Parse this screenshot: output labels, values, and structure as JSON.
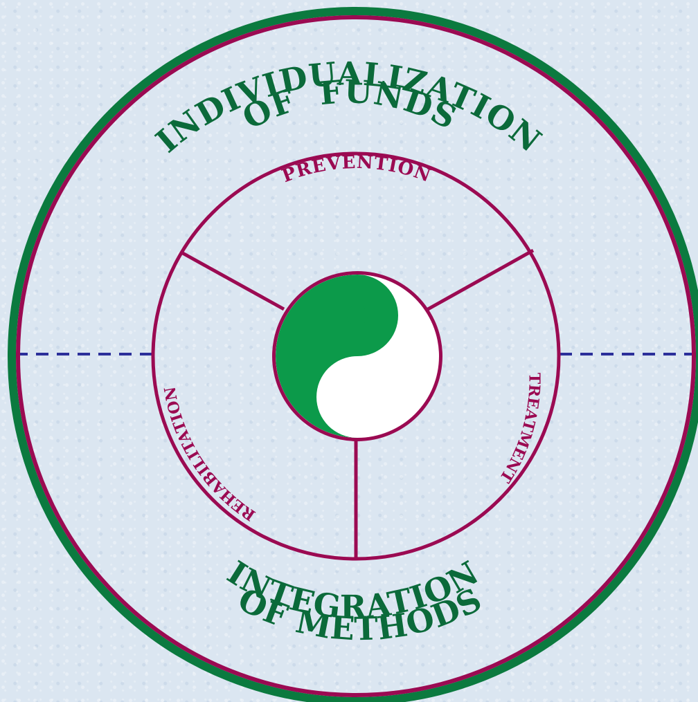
{
  "outer_ring": {
    "top_text_line1": "INDIVIDUALIZATION",
    "top_text_line2": "OF  FUNDS",
    "bottom_text_line1": "INTEGRATION",
    "bottom_text_line2": "OF METHODS"
  },
  "inner_ring": {
    "segments": [
      "PREVENTION",
      "TREATMENT",
      "REHABILITATION"
    ]
  },
  "center": {
    "icon": "yin-yang-icon"
  },
  "colors": {
    "background": "#dbe6f1",
    "outer_border": "#0b7a3f",
    "ring_border": "#9b0a52",
    "inner_text": "#9b0a52",
    "outer_text": "#0b6a3a",
    "yinyang_green": "#0c9a4a",
    "dashed_line": "#2b2f9a"
  }
}
